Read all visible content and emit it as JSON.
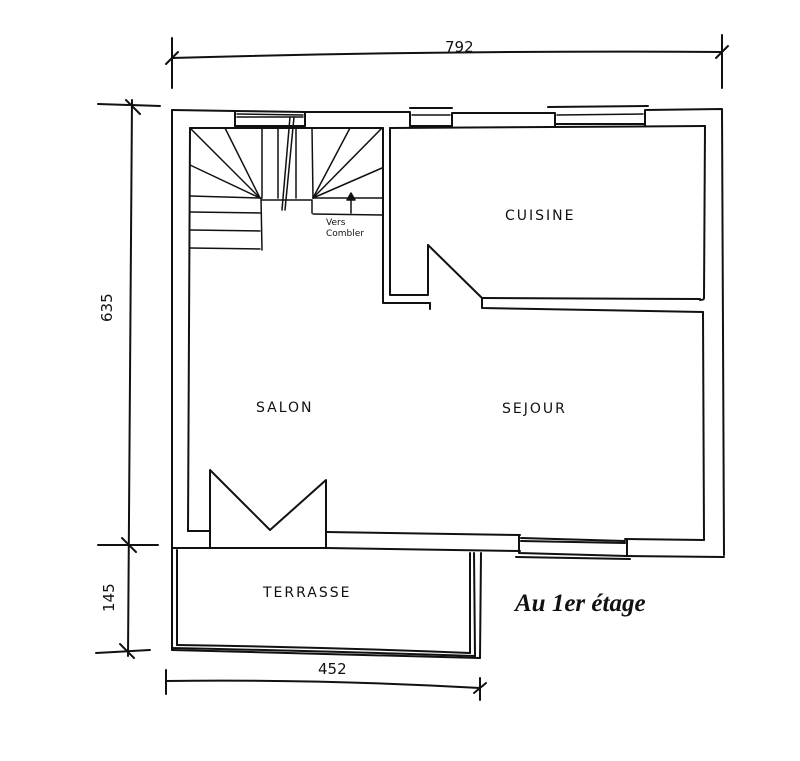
{
  "plan": {
    "caption": "Au 1er étage",
    "colors": {
      "ink": "#111111",
      "background": "#ffffff"
    },
    "dimensions": {
      "width_total": "792",
      "height_main": "635",
      "height_terrace": "145",
      "width_terrace": "452"
    },
    "rooms": [
      {
        "id": "cuisine",
        "label": "CUISINE"
      },
      {
        "id": "salon",
        "label": "SALON"
      },
      {
        "id": "sejour",
        "label": "SEJOUR"
      },
      {
        "id": "terrasse",
        "label": "TERRASSE"
      }
    ],
    "annotations": {
      "stairs_note_line1": "Vers",
      "stairs_note_line2": "Combler"
    }
  }
}
